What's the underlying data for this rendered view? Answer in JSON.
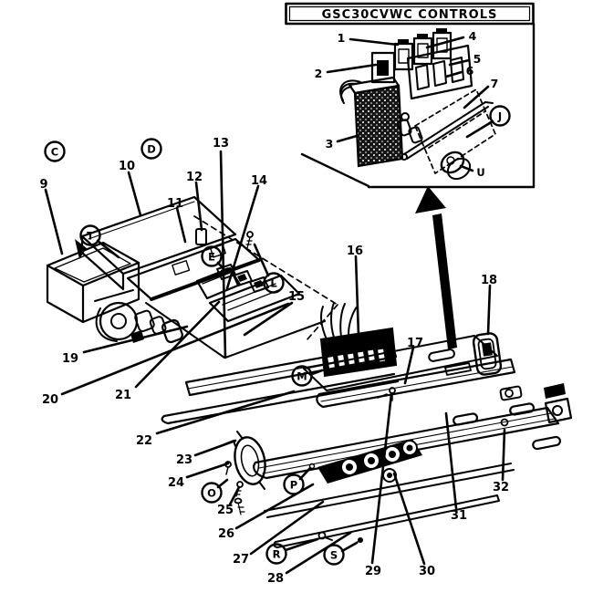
{
  "figure": {
    "kind": "exploded-parts-diagram",
    "colors": {
      "ink": "#000000",
      "paper": "#ffffff"
    }
  },
  "inset": {
    "title": "GSC30CVWC CONTROLS",
    "callouts": [
      "1",
      "2",
      "3",
      "4",
      "5",
      "6",
      "7"
    ],
    "letters": [
      "J",
      "U"
    ]
  },
  "main": {
    "callouts": [
      "9",
      "10",
      "11",
      "12",
      "13",
      "14",
      "15",
      "16",
      "17",
      "18",
      "19",
      "20",
      "21",
      "22",
      "23",
      "24",
      "25",
      "26",
      "27",
      "28",
      "29",
      "30",
      "31",
      "32"
    ],
    "letters": [
      "C",
      "D",
      "T",
      "E",
      "L",
      "M",
      "P",
      "O",
      "R",
      "S"
    ]
  }
}
